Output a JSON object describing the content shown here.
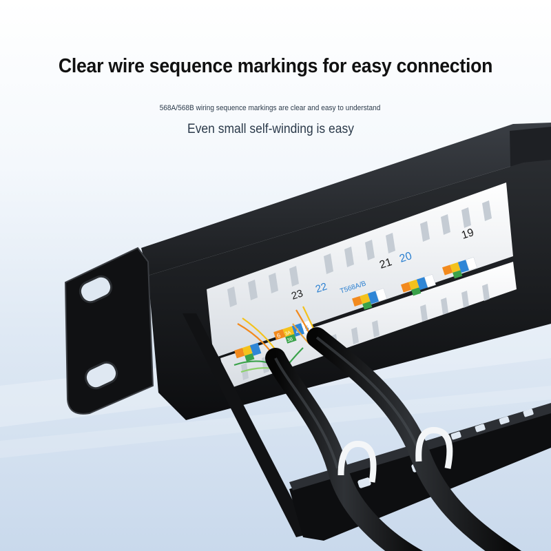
{
  "headline": "Clear wire sequence markings for easy connection",
  "subtitle_line1": "568A/568B wiring sequence markings are clear and easy to understand",
  "subtitle_line2": "Even small self-winding is easy",
  "panel": {
    "port_numbers": [
      "23",
      "22",
      "21",
      "20",
      "19"
    ],
    "standard_label": "T568A/B",
    "wire_codes": [
      "6",
      "3A",
      "3B",
      "4",
      "5"
    ]
  }
}
